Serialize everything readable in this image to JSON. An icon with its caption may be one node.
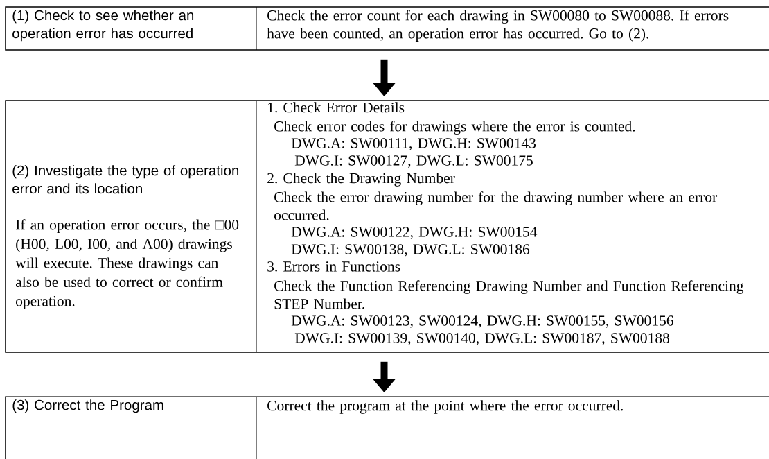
{
  "diagram": {
    "nodes": [
      {
        "text": [
          "(1) Check to see whether an operation error has occurred",
          "Check the error count for each drawing in SW00080 to SW00088. If errors have been counted, an operation error has occurred. Go to (2)."
        ]
      },
      {
        "text": [
          "(2) Investigate the type of operation error and its location",
          "If an operation error occurs, the □00 (H00, L00, I00, and A00) drawings will execute. These drawings can also be used to correct or confirm operation.",
          "1. Check Error Details",
          "Check error codes for drawings where the error is counted.",
          "DWG.A: SW00111, DWG.H: SW00143",
          "DWG.I: SW00127, DWG.L: SW00175",
          "2. Check the Drawing Number",
          "Check the error drawing number for the drawing number where an error occurred.",
          "DWG.A: SW00122, DWG.H: SW00154",
          "DWG.I: SW00138, DWG.L: SW00186",
          "3. Errors in Functions",
          "Check the Function Referencing Drawing Number and Function Referencing STEP Number.",
          "DWG.A: SW00123, SW00124, DWG.H: SW00155, SW00156",
          "DWG.I: SW00139, SW00140, DWG.L: SW00187, SW00188"
        ]
      },
      {
        "text": [
          "(3) Correct the Program",
          "Correct the program at the point where the error occurred."
        ]
      }
    ],
    "edges": [
      {
        "from": 0,
        "to": 1,
        "arrow": "to"
      },
      {
        "from": 1,
        "to": 2,
        "arrow": "to"
      }
    ]
  }
}
